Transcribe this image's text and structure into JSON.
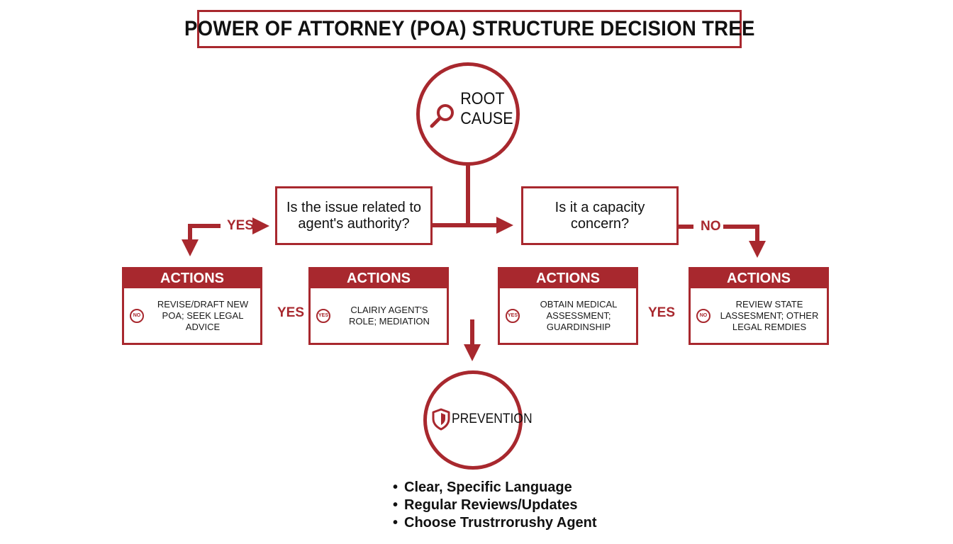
{
  "title": "POWER OF ATTORNEY (POA) STRUCTURE DECISION TREE",
  "root": {
    "line1": "ROOT",
    "line2": "CAUSE",
    "icon": "search-icon"
  },
  "questions": {
    "q1": "Is the issue related to agent's authority?",
    "q2": "Is it a capacity concern?"
  },
  "edges": {
    "q1_yes": "YES",
    "q2_no": "NO",
    "between_1_2": "YES",
    "between_3_4": "YES"
  },
  "actions": [
    {
      "header": "ACTIONS",
      "badge": "NO",
      "text": "REVISE/DRAFT NEW POA; SEEK LEGAL ADVICE"
    },
    {
      "header": "ACTIONS",
      "badge": "YES",
      "text": "CLAIRIY AGENT'S ROLE; MEDIATION"
    },
    {
      "header": "ACTIONS",
      "badge": "YES",
      "text": "OBTAIN MEDICAL ASSESSMENT; GUARDINSHIP"
    },
    {
      "header": "ACTIONS",
      "badge": "NO",
      "text": "REVIEW STATE LASSESMENT; OTHER LEGAL REMDIES"
    }
  ],
  "prevention": {
    "label": "PREVENTION",
    "icon": "shield-icon",
    "items": [
      "Clear, Specific Language",
      "Regular Reviews/Updates",
      "Choose Trustrrorushy Agent"
    ]
  },
  "colors": {
    "accent": "#a8282e",
    "text": "#111111",
    "background": "#ffffff"
  }
}
